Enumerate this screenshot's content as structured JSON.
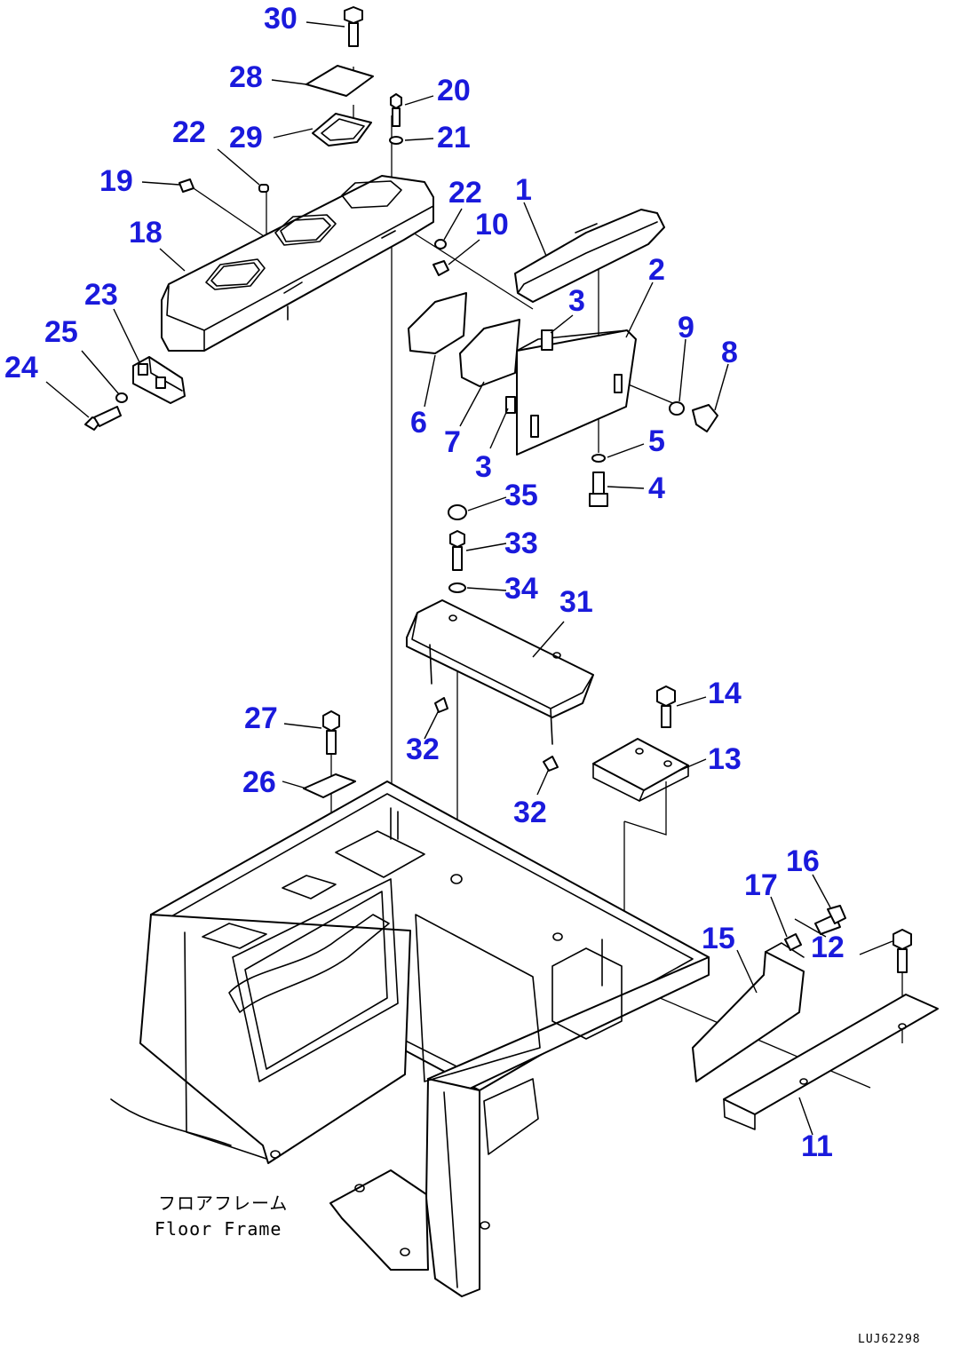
{
  "diagram": {
    "callout_color": "#1a1adc",
    "line_color": "#000000",
    "callouts": [
      "30",
      "28",
      "20",
      "21",
      "29",
      "22",
      "19",
      "18",
      "22",
      "10",
      "1",
      "2",
      "3",
      "9",
      "8",
      "23",
      "25",
      "24",
      "6",
      "7",
      "3",
      "5",
      "4",
      "35",
      "33",
      "34",
      "31",
      "14",
      "27",
      "32",
      "13",
      "26",
      "32",
      "16",
      "17",
      "12",
      "15",
      "11"
    ],
    "caption_jp": "フロアフレーム",
    "caption_en": "Floor Frame",
    "drawing_code": "LUJ62298"
  }
}
